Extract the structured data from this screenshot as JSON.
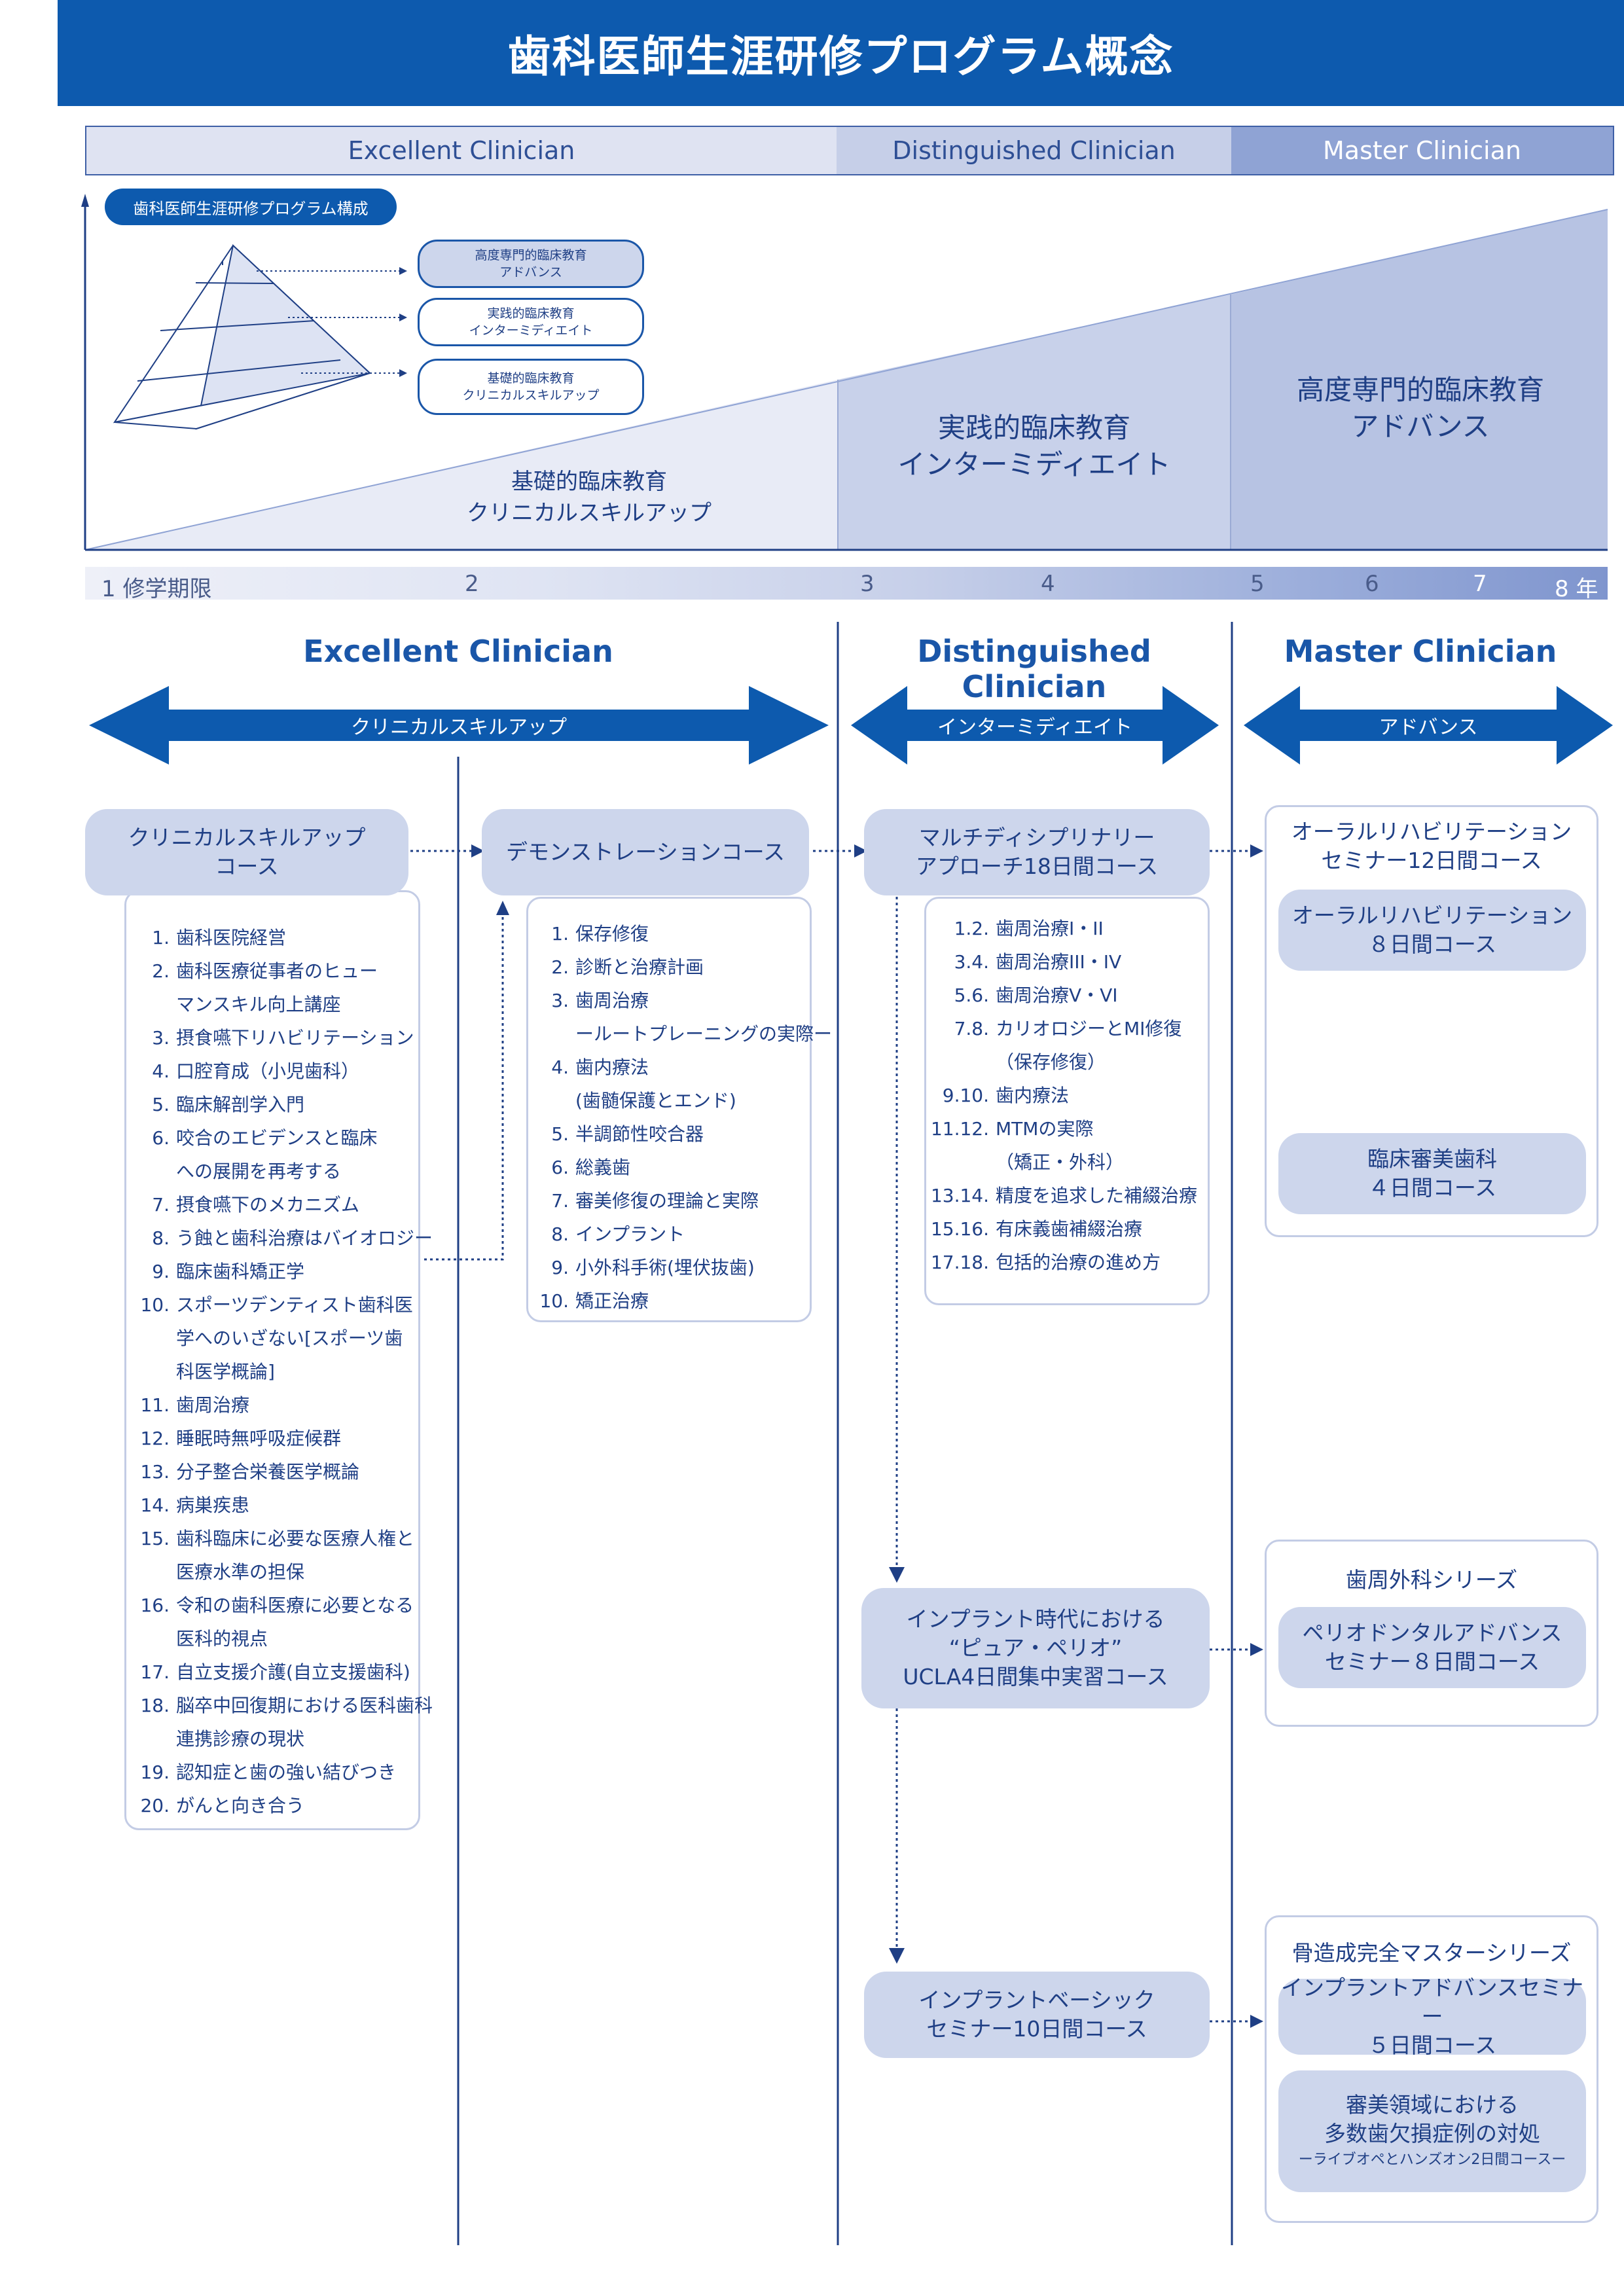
{
  "title": "歯科医師生涯研修プログラム概念",
  "tiers": {
    "excellent": "Excellent  Clinician",
    "distinguished": "Distinguished  Clinician",
    "master": "Master  Clinician"
  },
  "pyramid": {
    "badge": "歯科医師生涯研修プログラム構成",
    "levels": [
      {
        "line1": "高度専門的臨床教育",
        "line2": "アドバンス"
      },
      {
        "line1": "実践的臨床教育",
        "line2": "インターミディエイト"
      },
      {
        "line1": "基礎的臨床教育",
        "line2": "クリニカルスキルアップ"
      }
    ]
  },
  "stages": {
    "basic": {
      "line1": "基礎的臨床教育",
      "line2": "クリニカルスキルアップ"
    },
    "intermediate": {
      "line1": "実践的臨床教育",
      "line2": "インターミディエイト"
    },
    "advanced": {
      "line1": "高度専門的臨床教育",
      "line2": "アドバンス"
    }
  },
  "years": {
    "y1": "1 修学期限",
    "y2": "2",
    "y3": "3",
    "y4": "4",
    "y5": "5",
    "y6": "6",
    "y7": "7",
    "y8": "8 年"
  },
  "sections": {
    "excellent": {
      "title": "Excellent Clinician",
      "arrow": "クリニカルスキルアップ"
    },
    "distinguished": {
      "title": "Distinguished  Clinician",
      "arrow": "インターミディエイト"
    },
    "master": {
      "title": "Master  Clinician",
      "arrow": "アドバンス"
    }
  },
  "skillup": {
    "course": {
      "line1": "クリニカルスキルアップ",
      "line2": "コース"
    },
    "items": [
      {
        "n": "1.",
        "t": "歯科医院経営"
      },
      {
        "n": "2.",
        "t": "歯科医療従事者のヒュー"
      },
      {
        "n": "",
        "t": "マンスキル向上講座"
      },
      {
        "n": "3.",
        "t": "摂食嚥下リハビリテーション"
      },
      {
        "n": "4.",
        "t": "口腔育成（小児歯科）"
      },
      {
        "n": "5.",
        "t": "臨床解剖学入門"
      },
      {
        "n": "6.",
        "t": "咬合のエビデンスと臨床"
      },
      {
        "n": "",
        "t": "への展開を再考する"
      },
      {
        "n": "7.",
        "t": "摂食嚥下のメカニズム"
      },
      {
        "n": "8.",
        "t": "う蝕と歯科治療はバイオロジー"
      },
      {
        "n": "9.",
        "t": "臨床歯科矯正学"
      },
      {
        "n": "10.",
        "t": "スポーツデンティスト歯科医"
      },
      {
        "n": "",
        "t": "学へのいざない[スポーツ歯"
      },
      {
        "n": "",
        "t": "科医学概論]"
      },
      {
        "n": "11.",
        "t": "歯周治療"
      },
      {
        "n": "12.",
        "t": "睡眠時無呼吸症候群"
      },
      {
        "n": "13.",
        "t": "分子整合栄養医学概論"
      },
      {
        "n": "14.",
        "t": "病巣疾患"
      },
      {
        "n": "15.",
        "t": "歯科臨床に必要な医療人権と"
      },
      {
        "n": "",
        "t": "医療水準の担保"
      },
      {
        "n": "16.",
        "t": "令和の歯科医療に必要となる"
      },
      {
        "n": "",
        "t": "医科的視点"
      },
      {
        "n": "17.",
        "t": "自立支援介護(自立支援歯科)"
      },
      {
        "n": "18.",
        "t": "脳卒中回復期における医科歯科"
      },
      {
        "n": "",
        "t": "連携診療の現状"
      },
      {
        "n": "19.",
        "t": "認知症と歯の強い結びつき"
      },
      {
        "n": "20.",
        "t": "がんと向き合う"
      }
    ]
  },
  "demo": {
    "course": "デモンストレーションコース",
    "items": [
      {
        "n": "1.",
        "t": "保存修復"
      },
      {
        "n": "2.",
        "t": "診断と治療計画"
      },
      {
        "n": "3.",
        "t": "歯周治療"
      },
      {
        "n": "",
        "t": "ールートプレーニングの実際ー"
      },
      {
        "n": "4.",
        "t": "歯内療法"
      },
      {
        "n": "",
        "t": "(歯髄保護とエンド)"
      },
      {
        "n": "5.",
        "t": "半調節性咬合器"
      },
      {
        "n": "6.",
        "t": "総義歯"
      },
      {
        "n": "7.",
        "t": "審美修復の理論と実際"
      },
      {
        "n": "8.",
        "t": "インプラント"
      },
      {
        "n": "9.",
        "t": "小外科手術(埋伏抜歯)"
      },
      {
        "n": "10.",
        "t": "矯正治療"
      }
    ]
  },
  "multi": {
    "course": {
      "line1": "マルチディシプリナリー",
      "line2": "アプローチ18日間コース"
    },
    "items": [
      {
        "n": "1.2.",
        "t": "歯周治療I・II"
      },
      {
        "n": "3.4.",
        "t": "歯周治療III・IV"
      },
      {
        "n": "5.6.",
        "t": "歯周治療V・VI"
      },
      {
        "n": "7.8.",
        "t": "カリオロジーとMI修復"
      },
      {
        "n": "",
        "t": "（保存修復）"
      },
      {
        "n": "9.10.",
        "t": "歯内療法"
      },
      {
        "n": "11.12.",
        "t": "MTMの実際"
      },
      {
        "n": "",
        "t": "（矯正・外科）"
      },
      {
        "n": "13.14.",
        "t": "精度を追求した補綴治療"
      },
      {
        "n": "15.16.",
        "t": "有床義歯補綴治療"
      },
      {
        "n": "17.18.",
        "t": "包括的治療の進め方"
      }
    ]
  },
  "pure_perio": {
    "line1": "インプラント時代における",
    "line2": "“ピュア・ペリオ”",
    "line3": "UCLA4日間集中実習コース"
  },
  "implant_basic": {
    "line1": "インプラントベーシック",
    "line2": "セミナー10日間コース"
  },
  "oral_rehab": {
    "title": {
      "line1": "オーラルリハビリテーション",
      "line2": "セミナー12日間コース"
    },
    "course1": {
      "line1": "オーラルリハビリテーション",
      "line2": "８日間コース"
    },
    "course2": {
      "line1": "臨床審美歯科",
      "line2": "４日間コース"
    }
  },
  "perio_surgery": {
    "title": "歯周外科シリーズ",
    "course": {
      "line1": "ペリオドンタルアドバンス",
      "line2": "セミナー８日間コース"
    }
  },
  "bone": {
    "title": "骨造成完全マスターシリーズ",
    "course1": {
      "line1": "インプラントアドバンスセミナー",
      "line2": "５日間コース"
    },
    "course2": {
      "line1": "審美領域における",
      "line2": "多数歯欠損症例の対処",
      "line3": "ーライブオペとハンズオン2日間コースー"
    }
  },
  "colors": {
    "primary": "#0d5aae",
    "light": "#cdd6ec",
    "pale": "#e4e8f5",
    "mid": "#bac5e3",
    "dark": "#1f3f85"
  }
}
